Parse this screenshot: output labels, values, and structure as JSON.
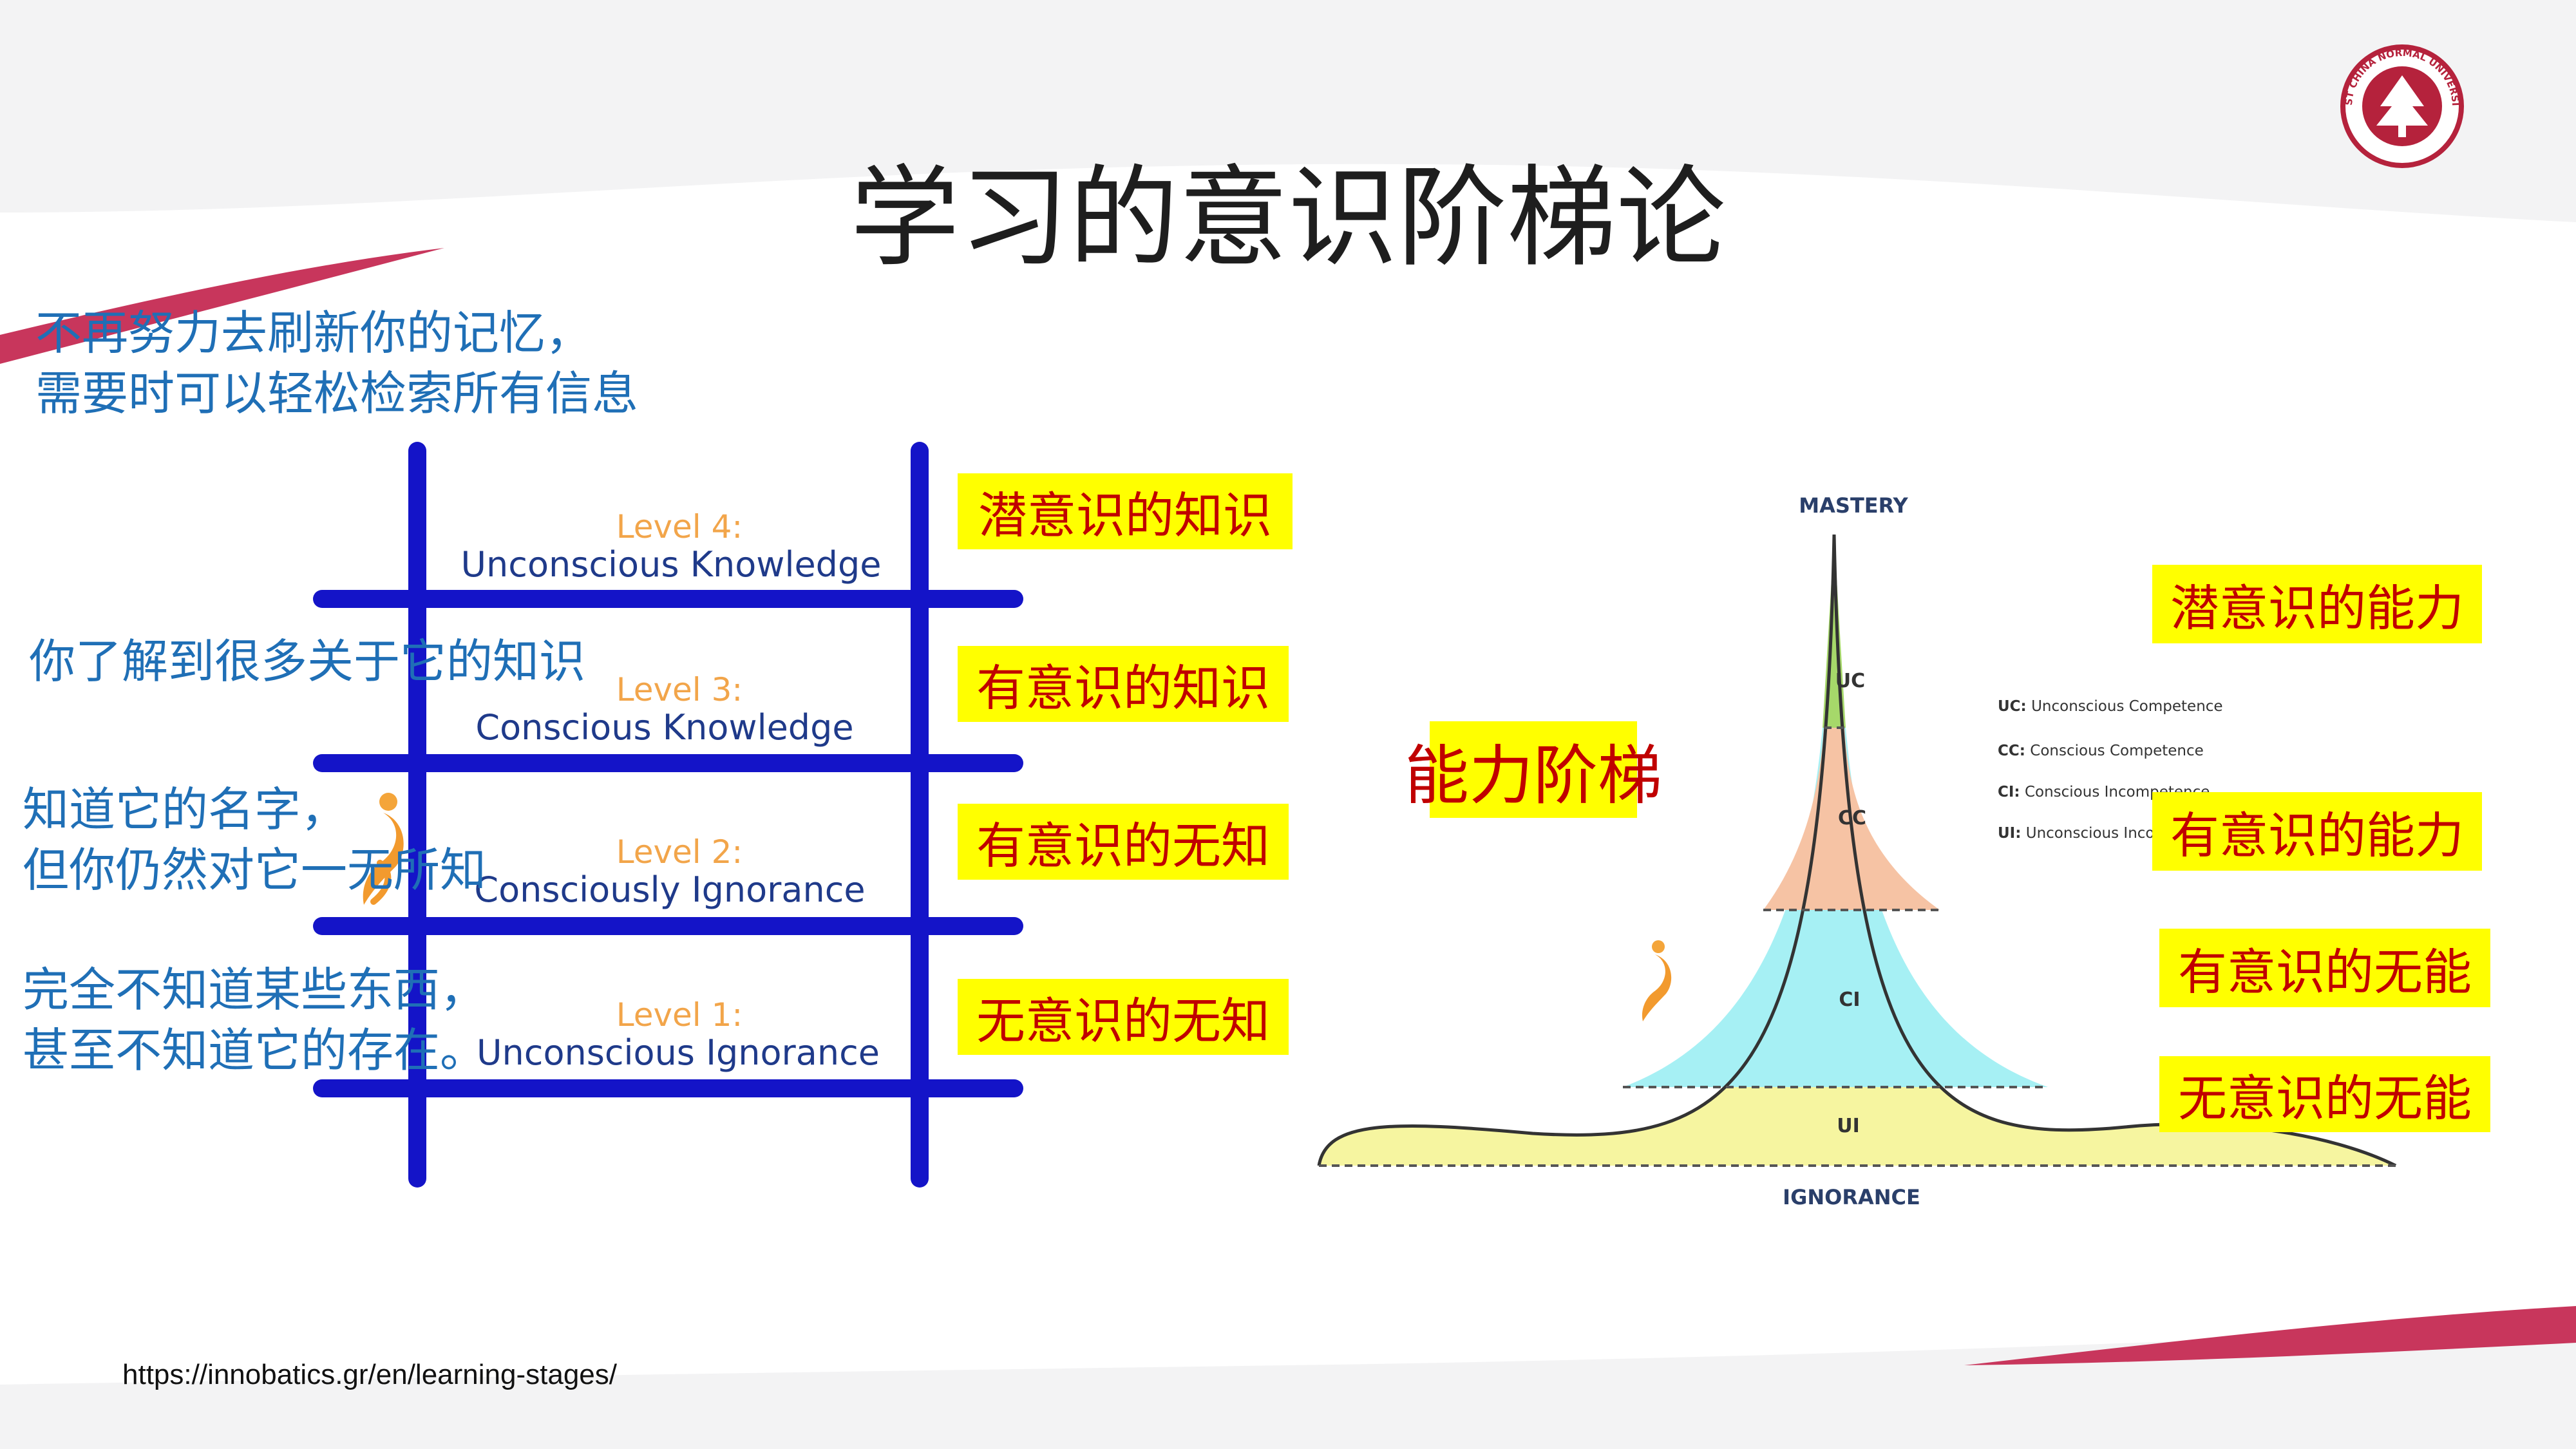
{
  "slide": {
    "title": "学习的意识阶梯论",
    "source_url": "https://innobatics.gr/en/learning-stages/",
    "logo_text": "EAST CHINA NORMAL UNIVERSITY",
    "colors": {
      "accent": "#c8365c",
      "note_blue": "#1f6fb6",
      "label_red": "#c00000",
      "label_bg": "#ffff00",
      "ladder_blue": "#1414c8"
    }
  },
  "left_notes": [
    {
      "lines": "不再努力去刷新你的记忆，\n需要时可以轻松检索所有信息"
    },
    {
      "lines": "你了解到很多关于它的知识"
    },
    {
      "lines": "知道它的名字，\n但你仍然对它一无所知"
    },
    {
      "lines": "完全不知道某些东西，\n甚至不知道它的存在。"
    }
  ],
  "ladder": {
    "levels": [
      {
        "level": "Level 4:",
        "name": "Unconscious Knowledge",
        "label_cn": "潜意识的知识"
      },
      {
        "level": "Level 3:",
        "name": "Conscious Knowledge",
        "label_cn": "有意识的知识"
      },
      {
        "level": "Level 2:",
        "name": "Consciously Ignorance",
        "label_cn": "有意识的无知"
      },
      {
        "level": "Level 1:",
        "name": "Unconscious Ignorance",
        "label_cn": "无意识的无知"
      }
    ]
  },
  "mountain": {
    "heading_cn": "能力阶梯",
    "top_label": "MASTERY",
    "bottom_label": "IGNORANCE",
    "bands": [
      {
        "code": "UC",
        "color": "#a6d86a"
      },
      {
        "code": "CC",
        "color": "#f6c3a4"
      },
      {
        "code": "CI",
        "color": "#a6f0f4"
      },
      {
        "code": "UI",
        "color": "#f6f5a0"
      }
    ],
    "legend": [
      {
        "key": "UC:",
        "text": "Unconscious Competence"
      },
      {
        "key": "CC:",
        "text": "Conscious Competence"
      },
      {
        "key": "CI:",
        "text": "Conscious Incompetence"
      },
      {
        "key": "UI:",
        "text": "Unconscious Incompetence"
      }
    ],
    "labels_cn": [
      "潜意识的能力",
      "有意识的能力",
      "有意识的无能",
      "无意识的无能"
    ]
  }
}
